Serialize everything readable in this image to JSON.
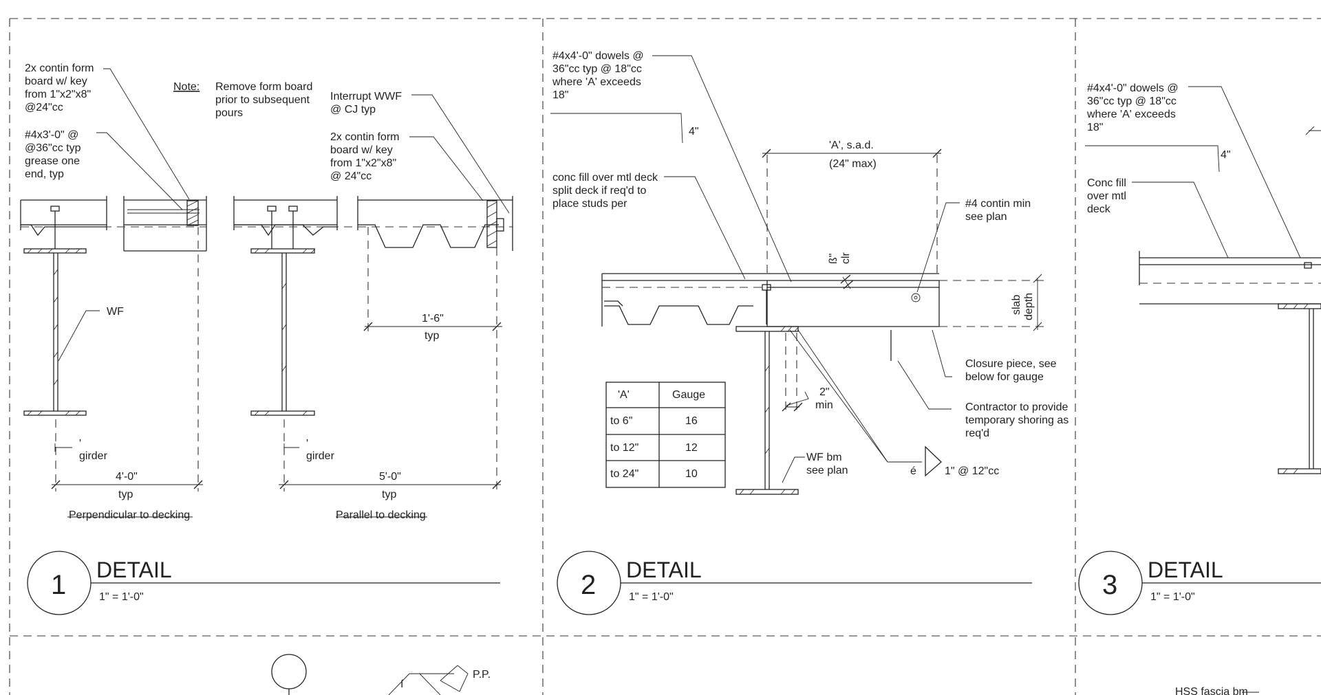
{
  "detail1": {
    "number": "1",
    "title": "DETAIL",
    "scale": "1\" = 1'-0\"",
    "note_heading": "Note:",
    "note_body": [
      "Remove form board",
      "prior to subsequent",
      "pours"
    ],
    "form_board": [
      "2x contin form",
      "board w/ key",
      "from 1\"x2\"x8\"",
      "@24\"cc"
    ],
    "dowel": [
      "#4x3'-0\" @",
      "@36\"cc typ",
      "grease one",
      "end, typ"
    ],
    "wwf": [
      "Interrupt WWF",
      "@ CJ typ"
    ],
    "form_board2": [
      "2x contin form",
      "board w/ key",
      "from 1\"x2\"x8\"",
      "@ 24\"cc"
    ],
    "wf_label": "WF",
    "girder_left": "girder",
    "girder_right": "girder",
    "tick_mark": "'",
    "dim_4": "4'-0\"",
    "dim_5": "5'-0\"",
    "dim_16": "1'-6\"",
    "typ": "typ",
    "caption_left": "Perpendicular to decking",
    "caption_right": "Parallel to decking"
  },
  "detail2": {
    "number": "2",
    "title": "DETAIL",
    "scale": "1\" = 1'-0\"",
    "dowels": [
      "#4x4'-0\" dowels @",
      "36\"cc typ @ 18\"cc",
      "where 'A' exceeds",
      "18\""
    ],
    "dim_4in": "4\"",
    "fill_note": [
      "conc fill over mtl deck",
      "split deck if req'd to",
      "place studs per"
    ],
    "a_label": "'A', s.a.d.",
    "a_max": "(24\" max)",
    "contin": [
      "#4 contin min",
      "see plan"
    ],
    "clr_num": "ß\"",
    "clr": "clr",
    "slab": "slab",
    "depth": "depth",
    "closure": [
      "Closure piece, see",
      "below for gauge"
    ],
    "shoring": [
      "Contractor to provide",
      "temporary shoring as",
      "req'd"
    ],
    "min2": "2\"",
    "min": "min",
    "wf_bm": [
      "WF bm",
      "see plan"
    ],
    "weld_symbol": "é",
    "weld_spacing": "1\" @ 12\"cc",
    "gauge_table": {
      "headers": [
        "'A'",
        "Gauge"
      ],
      "rows": [
        [
          "to 6\"",
          "16"
        ],
        [
          "to 12\"",
          "12"
        ],
        [
          "to 24\"",
          "10"
        ]
      ]
    }
  },
  "detail3": {
    "number": "3",
    "title": "DETAIL",
    "scale": "1\" = 1'-0\"",
    "dowels": [
      "#4x4'-0\" dowels @",
      "36\"cc typ @ 18\"cc",
      "where 'A' exceeds",
      "18\""
    ],
    "dim_4in": "4\"",
    "conc_fill": [
      "Conc fill",
      "over mtl",
      "deck"
    ]
  },
  "bottom": {
    "pp": "P.P.",
    "i_mark": "í",
    "hss": "HSS fascia bm"
  }
}
